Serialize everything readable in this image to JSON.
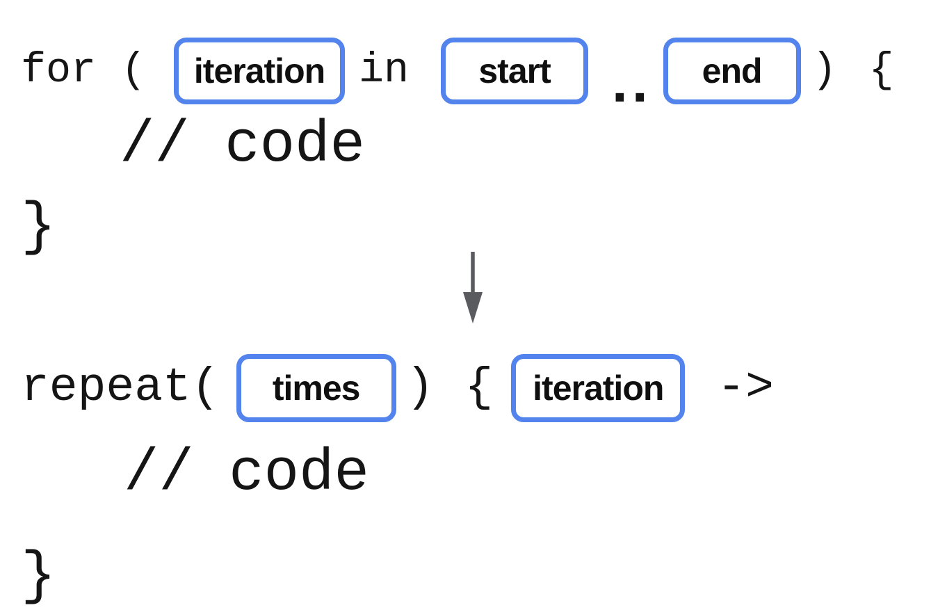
{
  "colors": {
    "accent_blue": "#5383ec",
    "code_black": "#151515",
    "arrow_gray": "#595b5e"
  },
  "before_block": {
    "header": {
      "keyword": "for (",
      "slot_iteration": "iteration",
      "operator_in": "in",
      "slot_start": "start",
      "operator_range": "..",
      "slot_end": "end",
      "close_paren": ")",
      "open_brace": "{"
    },
    "body_comment": "// code",
    "closing_brace": "}"
  },
  "transform_arrow_icon": "down-arrow",
  "after_block": {
    "header": {
      "keyword": "repeat(",
      "slot_times": "times",
      "close_paren": ")",
      "open_brace": "{",
      "slot_iteration": "iteration",
      "lambda_arrow": "->"
    },
    "body_comment": "// code",
    "closing_brace": "}"
  }
}
